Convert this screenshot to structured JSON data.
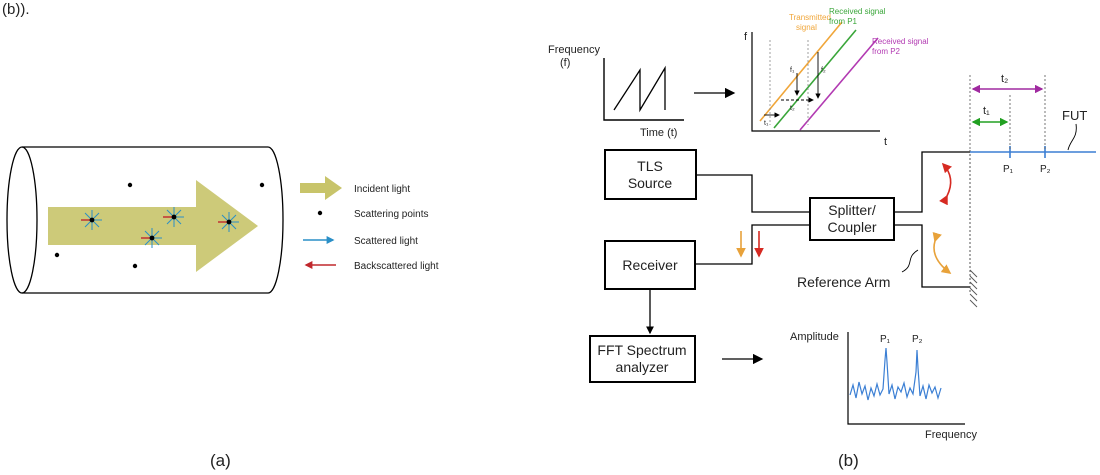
{
  "top_text": "(b)).",
  "panel_a": {
    "caption": "(a)",
    "legend": [
      {
        "label": "Incident light"
      },
      {
        "label": "Scattering points"
      },
      {
        "label": "Scattered light"
      },
      {
        "label": "Backscattered light"
      }
    ],
    "colors": {
      "incident": "#c8c46a",
      "scattered": "#2a8fc7",
      "backscattered": "#c0282d"
    }
  },
  "panel_b": {
    "caption": "(b)",
    "sweep": {
      "ylabel_line1": "Frequency",
      "ylabel_line2": "(f)",
      "xlabel": "Time (t)"
    },
    "beat": {
      "f_label": "f",
      "t_label": "t",
      "transmitted_line1": "Transmitted",
      "transmitted_line2": "signal",
      "p1_line1": "Received signal",
      "p1_line2": "from P1",
      "p2_line1": "Received signal",
      "p2_line2": "from P2",
      "t1": "t₁",
      "t2": "t₂",
      "fb1": "f₁",
      "fb2": "f₂"
    },
    "blocks": {
      "tls_line1": "TLS",
      "tls_line2": "Source",
      "splitter_line1": "Splitter/",
      "splitter_line2": "Coupler",
      "receiver": "Receiver",
      "fft_line1": "FFT Spectrum",
      "fft_line2": "analyzer"
    },
    "fiber": {
      "fut": "FUT",
      "t1": "t₁",
      "t2": "t₂",
      "p1": "P₁",
      "p2": "P₂",
      "reference_arm": "Reference Arm"
    },
    "spectrum": {
      "ylabel": "Amplitude",
      "xlabel": "Frequency",
      "p1": "P₁",
      "p2": "P₂"
    },
    "colors": {
      "transmitted": "#f0a63a",
      "p1": "#3aa63a",
      "p2": "#b23ab2",
      "fiber": "#3b7fd4",
      "red": "#d62a22",
      "orange": "#e8a23a",
      "green": "#22a022",
      "magenta": "#a02aa0"
    }
  }
}
